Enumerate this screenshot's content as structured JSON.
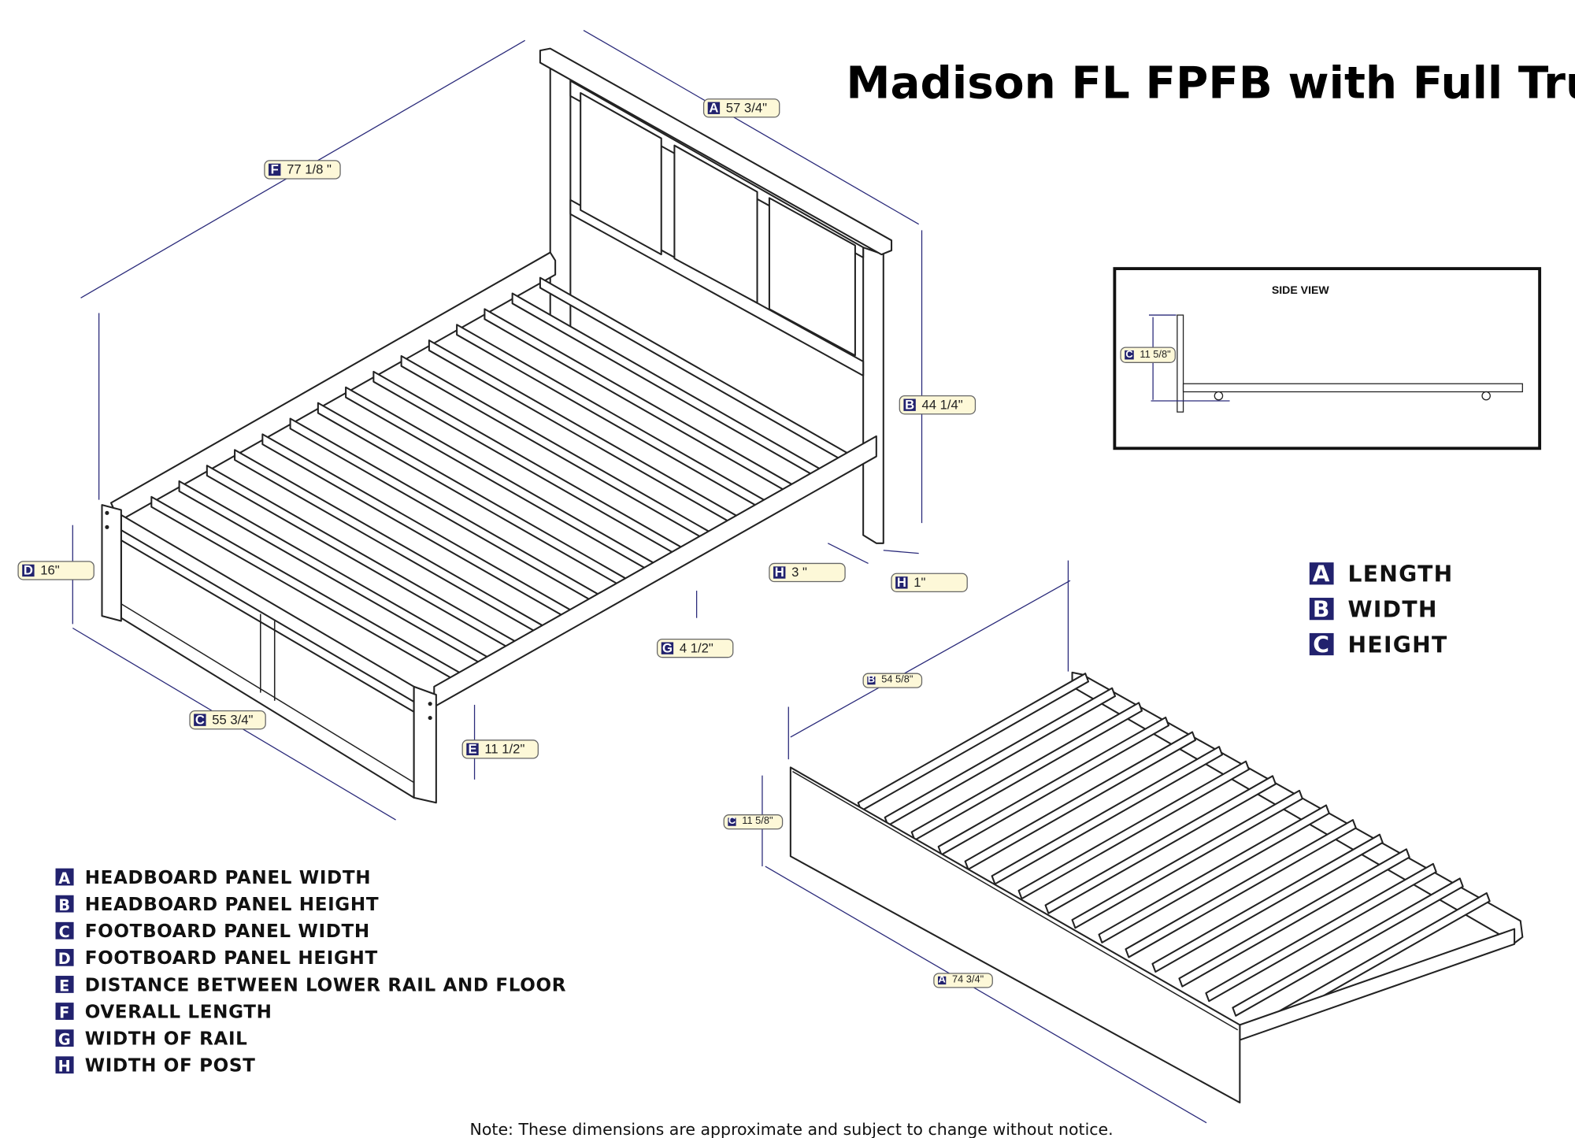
{
  "title": "Madison FL FPFB with Full Trundle",
  "note": "Note:  These dimensions are approximate and subject to change without notice.",
  "colors": {
    "label_letter_bg": "#22226e",
    "label_bg": "#fdf8d8",
    "dimension_line": "#2a2a7a"
  },
  "bed_dimensions": [
    {
      "letter": "A",
      "value": "57 3/4\""
    },
    {
      "letter": "F",
      "value": "77 1/8 \""
    },
    {
      "letter": "B",
      "value": "44 1/4\""
    },
    {
      "letter": "D",
      "value": "16\""
    },
    {
      "letter": "H",
      "value": "3 \""
    },
    {
      "letter": "H",
      "value": "1\""
    },
    {
      "letter": "G",
      "value": "4 1/2\""
    },
    {
      "letter": "C",
      "value": "55 3/4\""
    },
    {
      "letter": "E",
      "value": "11 1/2\""
    }
  ],
  "trundle_dimensions": [
    {
      "letter": "B",
      "value": "54 5/8\""
    },
    {
      "letter": "C",
      "value": "11 5/8\""
    },
    {
      "letter": "A",
      "value": "74 3/4\""
    }
  ],
  "side_view": {
    "title": "SIDE VIEW",
    "dimension": {
      "letter": "C",
      "value": "11 5/8\""
    }
  },
  "trundle_legend": [
    {
      "letter": "A",
      "label": "LENGTH"
    },
    {
      "letter": "B",
      "label": "WIDTH"
    },
    {
      "letter": "C",
      "label": "HEIGHT"
    }
  ],
  "bed_legend": [
    {
      "letter": "A",
      "label": "HEADBOARD PANEL WIDTH"
    },
    {
      "letter": "B",
      "label": "HEADBOARD PANEL HEIGHT"
    },
    {
      "letter": "C",
      "label": "FOOTBOARD PANEL WIDTH"
    },
    {
      "letter": "D",
      "label": "FOOTBOARD PANEL HEIGHT"
    },
    {
      "letter": "E",
      "label": "DISTANCE BETWEEN LOWER RAIL AND FLOOR"
    },
    {
      "letter": "F",
      "label": "OVERALL LENGTH"
    },
    {
      "letter": "G",
      "label": "WIDTH OF RAIL"
    },
    {
      "letter": "H",
      "label": "WIDTH OF POST"
    }
  ]
}
